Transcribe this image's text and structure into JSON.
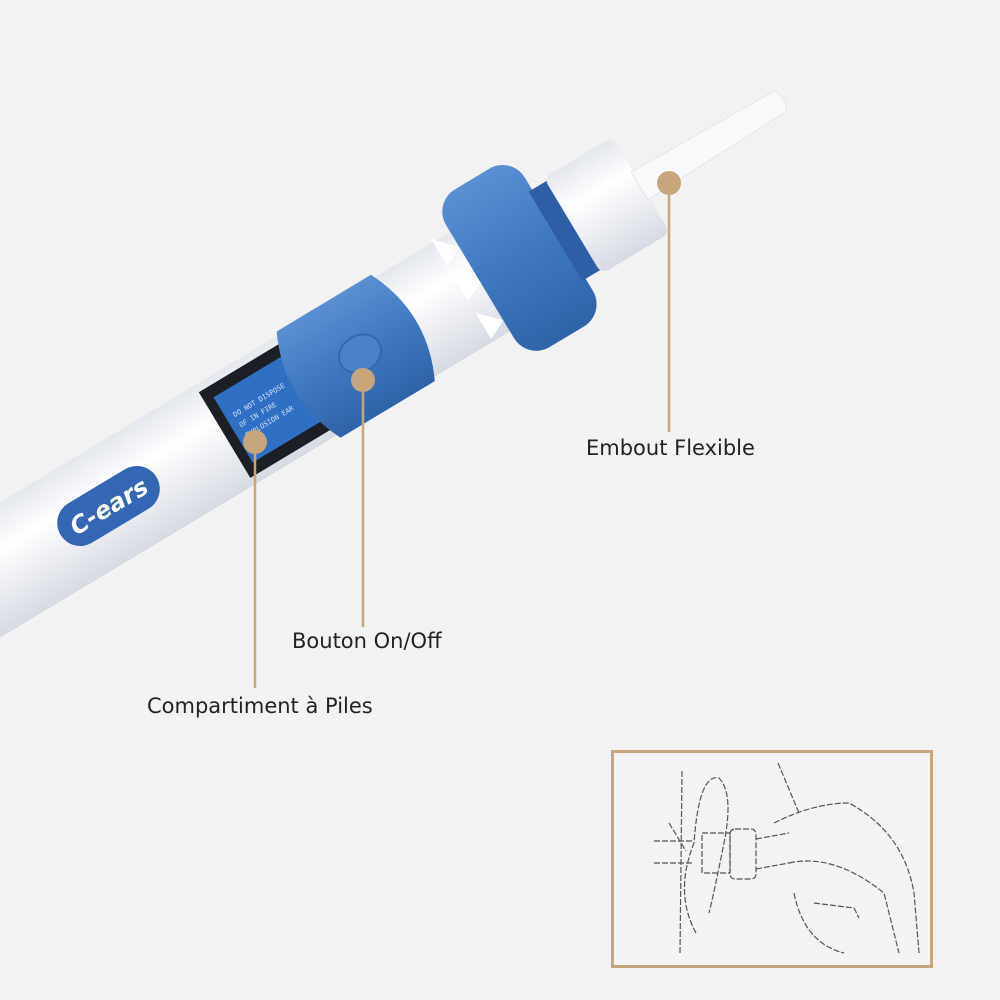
{
  "product": {
    "brand_logo": "C-ears",
    "battery_label": "DO NOT DISPOSE OF IN FIRE. EXPLOSION EAR."
  },
  "callouts": [
    {
      "label": "Embout Flexible"
    },
    {
      "label": "Bouton On/Off"
    },
    {
      "label": "Compartiment à Piles"
    }
  ],
  "colors": {
    "background": "#f2f2f2",
    "accent_gold": "#c7a67e",
    "device_blue": "#3f78c0",
    "device_white": "#f7f8fb"
  },
  "inset": {
    "description_icon": "usage-sketch-ear-hand"
  }
}
